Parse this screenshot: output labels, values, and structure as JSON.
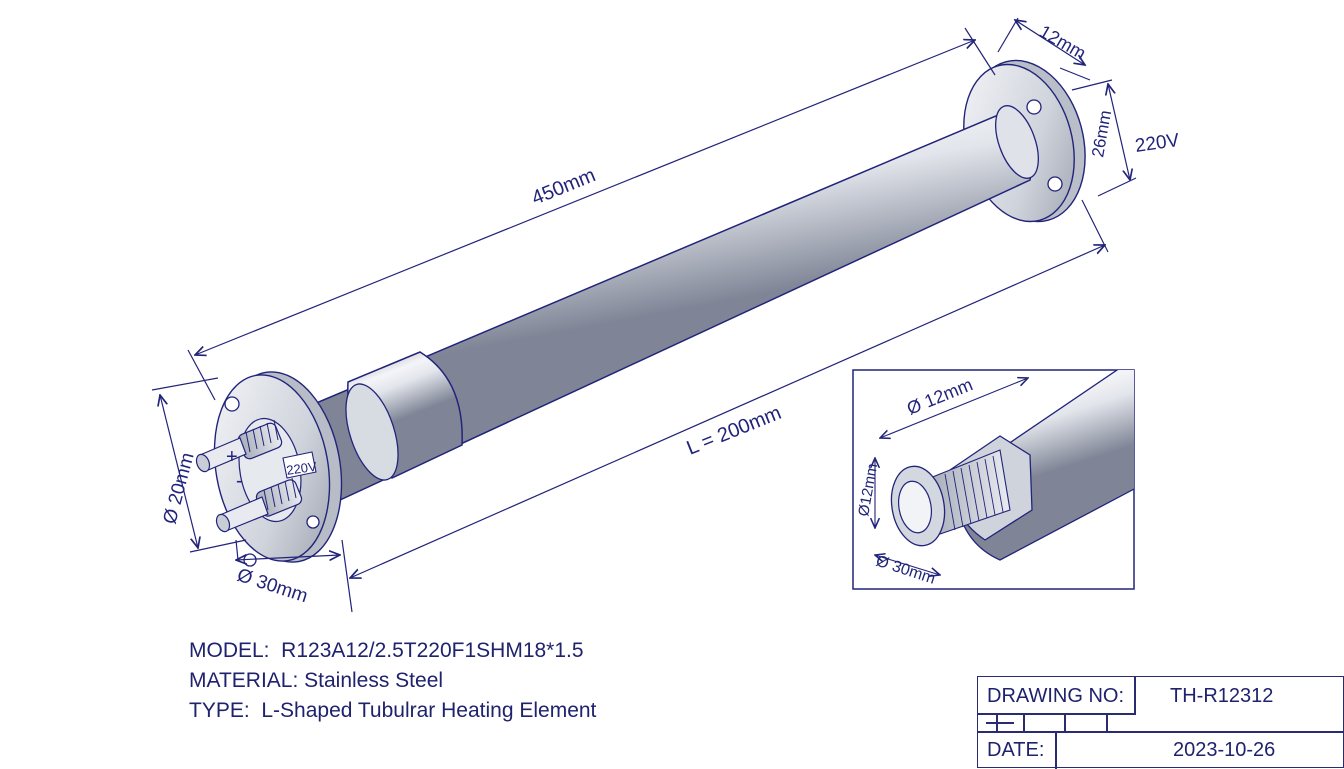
{
  "dimensions": {
    "overall_length": "450mm",
    "heated_length": "L = 200mm",
    "flange_thickness": "12mm",
    "flange_height": "26mm",
    "voltage_side": "220V",
    "tube_diameter": "Ø 20mm",
    "flange_diameter": "Ø 30mm",
    "terminal_label": "220V"
  },
  "detail_view": {
    "diameter_top": "Ø 12mm",
    "diameter_side": "Ø12mm",
    "diameter_bottom": "Ø 30mm"
  },
  "terminal_marks": {
    "positive": "+",
    "negative": "-"
  },
  "specs": {
    "model": "MODEL:  R123A12/2.5T220F1SHM18*1.5",
    "material": "MATERIAL: Stainless Steel",
    "type": "TYPE:  L-Shaped Tubulrar Heating Element"
  },
  "title_block": {
    "drawing_no_label": "DRAWING NO:",
    "drawing_no_value": "TH-R12312",
    "date_label": "DATE:",
    "date_value": "2023-10-26"
  },
  "colors": {
    "ink": "#22247a",
    "steel_light": "#eef0f5",
    "steel_dark": "#9aa0ae"
  }
}
